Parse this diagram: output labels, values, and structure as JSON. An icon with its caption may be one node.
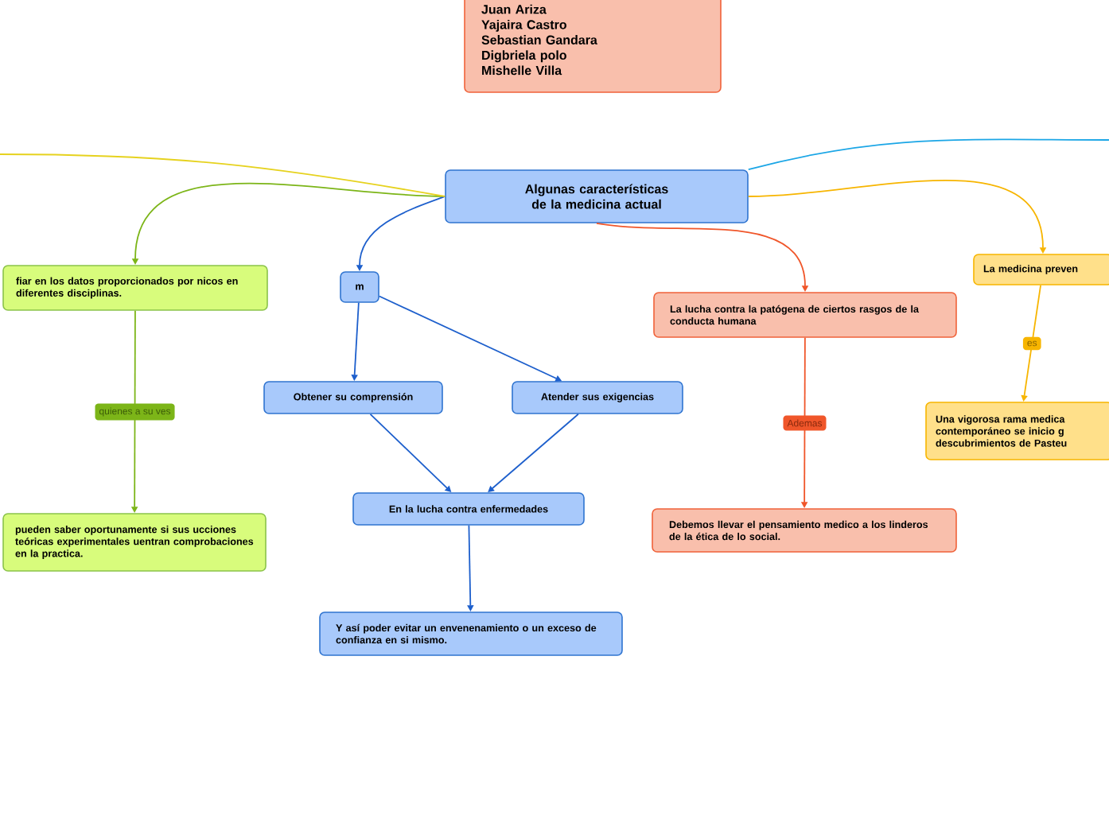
{
  "diagram": {
    "nodes": [
      {
        "text": [
          "Algunas características de la medicina actual"
        ]
      },
      {
        "text": [
          "Juan Ariza",
          "Yajaira Castro",
          "Sebastian Gandara",
          "Digbriela polo",
          "Mishelle Villa"
        ]
      },
      {
        "text": [
          "fiar en los datos proporcionados por nicos en diferentes disciplinas."
        ]
      },
      {
        "text": [
          "pueden saber oportunamente si sus ucciones teóricas experimentales uentran comprobaciones en la practica."
        ]
      },
      {
        "text": [
          "m"
        ]
      },
      {
        "text": [
          "Obtener su comprensión"
        ]
      },
      {
        "text": [
          "Atender sus exigencias"
        ]
      },
      {
        "text": [
          "En la lucha contra enfermedades"
        ]
      },
      {
        "text": [
          "Y así poder evitar un envenenamiento o un exceso de confianza en si mismo."
        ]
      },
      {
        "text": [
          "La lucha contra la patógena de ciertos rasgos de la conducta humana"
        ]
      },
      {
        "text": [
          "Debemos llevar el pensamiento medico a los linderos de la ética de lo social."
        ]
      },
      {
        "text": [
          "La medicina preven"
        ]
      },
      {
        "text": [
          "Una vigorosa rama medica contemporáneo se inicio g descubrimientos de Pasteu"
        ]
      }
    ],
    "edges": [
      {
        "from": 0,
        "to": 2,
        "arrow": "to",
        "color": "#7cb518"
      },
      {
        "from": 2,
        "to": 3,
        "arrow": "to",
        "label": "quienes a su ves",
        "color": "#7cb518"
      },
      {
        "from": 0,
        "to": 4,
        "arrow": "to"
      },
      {
        "from": 4,
        "to": 5,
        "arrow": "to"
      },
      {
        "from": 4,
        "to": 6,
        "arrow": "to"
      },
      {
        "from": 5,
        "to": 7,
        "arrow": "to"
      },
      {
        "from": 6,
        "to": 7,
        "arrow": "to"
      },
      {
        "from": 7,
        "to": 8,
        "arrow": "to"
      },
      {
        "from": 0,
        "to": 9,
        "arrow": "to",
        "color": "#f0562a"
      },
      {
        "from": 9,
        "to": 10,
        "arrow": "to",
        "label": "Ademas",
        "color": "#f0562a"
      },
      {
        "from": 0,
        "to": 11,
        "arrow": "to",
        "color": "#f7b500"
      },
      {
        "from": 11,
        "to": 12,
        "arrow": "to",
        "label": "es",
        "color": "#f7b500"
      },
      {
        "from": 0,
        "to": null,
        "arrow": "none",
        "color": "#e6d21e"
      },
      {
        "from": 0,
        "to": null,
        "arrow": "none",
        "color": "#1ba6e6"
      }
    ]
  }
}
